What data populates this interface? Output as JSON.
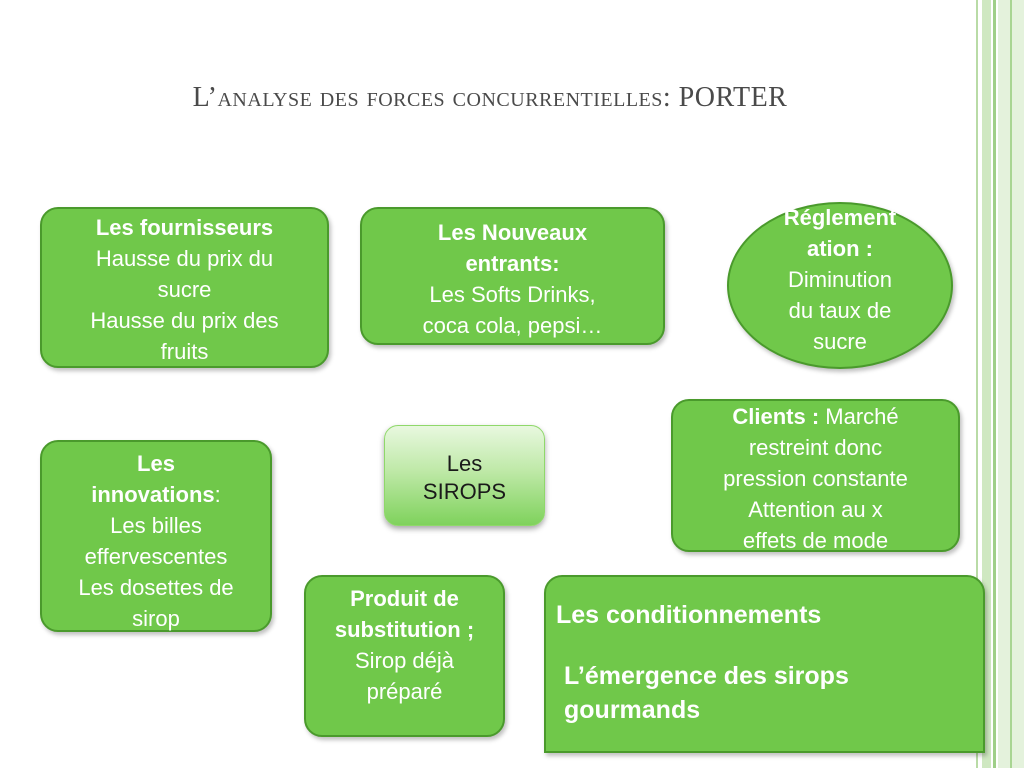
{
  "slide": {
    "title": "L’analyse des forces concurrentielles: PORTER"
  },
  "nodes": {
    "fournisseurs": {
      "heading": "Les fournisseurs",
      "line1": "Hausse du prix du",
      "line2": "sucre",
      "line3": "Hausse du prix des",
      "line4": "fruits"
    },
    "nouveaux": {
      "heading1": "Les Nouveaux",
      "heading2": "entrants:",
      "line1": "Les Softs Drinks,",
      "line2": "coca cola, pepsi…"
    },
    "reglementation": {
      "heading1": "Réglement",
      "heading2": "ation  :",
      "line1": "Diminution",
      "line2": "du taux de",
      "line3": "sucre"
    },
    "clients": {
      "heading": "Clients :",
      "line1": " Marché",
      "line2": "restreint donc",
      "line3": "pression constante",
      "line4": "Attention au x",
      "line5": "effets de mode"
    },
    "innovations": {
      "heading1": "Les",
      "heading2": "innovations",
      "colon": ":",
      "line1": "Les billes",
      "line2": "effervescentes",
      "line3": "Les dosettes de",
      "line4": "sirop"
    },
    "produit": {
      "heading1": "Produit de",
      "heading2": "substitution ;",
      "line1": "Sirop déjà",
      "line2": "préparé"
    },
    "sirops": {
      "line1": "Les",
      "line2": "SIROPS"
    },
    "conditionnements": {
      "line1": "Les conditionnements",
      "line2": "L’émergence des sirops",
      "line3": "gourmands"
    }
  },
  "colors": {
    "box_fill": "#70c84a",
    "box_border": "#4a9a2c",
    "center_fill": "#bfe9a8",
    "title_text": "#4a4a4a"
  }
}
